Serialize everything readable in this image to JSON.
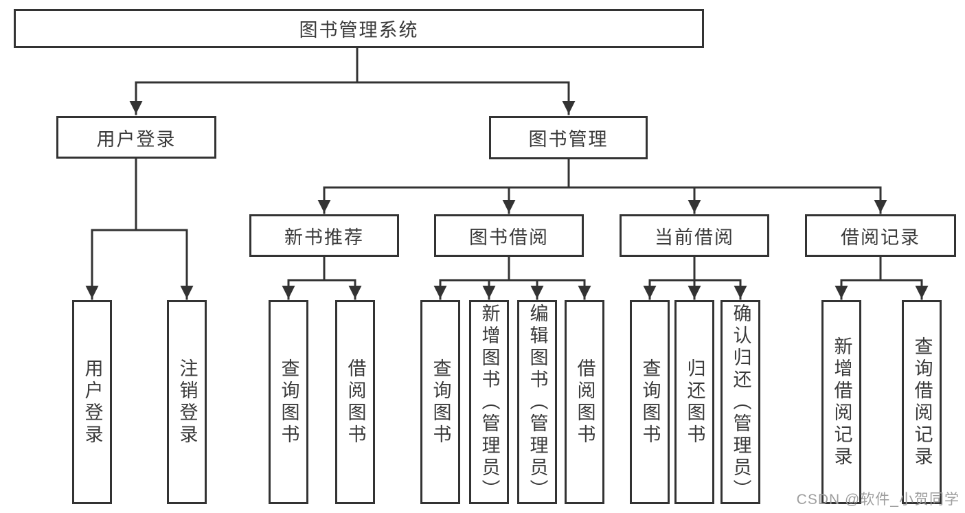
{
  "tree": {
    "label": "图书管理系统",
    "children": [
      {
        "label": "用户登录",
        "children": [
          {
            "label": "用户登录"
          },
          {
            "label": "注销登录"
          }
        ]
      },
      {
        "label": "图书管理",
        "children": [
          {
            "label": "新书推荐",
            "children": [
              {
                "label": "查询图书"
              },
              {
                "label": "借阅图书"
              }
            ]
          },
          {
            "label": "图书借阅",
            "children": [
              {
                "label": "查询图书"
              },
              {
                "label": "新增图书（管理员）"
              },
              {
                "label": "编辑图书（管理员）"
              },
              {
                "label": "借阅图书"
              }
            ]
          },
          {
            "label": "当前借阅",
            "children": [
              {
                "label": "查询图书"
              },
              {
                "label": "归还图书"
              },
              {
                "label": "确认归还（管理员）"
              }
            ]
          },
          {
            "label": "借阅记录",
            "children": [
              {
                "label": "新增借阅记录"
              },
              {
                "label": "查询借阅记录"
              }
            ]
          }
        ]
      }
    ]
  },
  "watermark": {
    "text": "CSDN @软件_小贺同学"
  },
  "colors": {
    "line": "#333333",
    "box_border": "#333333",
    "text": "#3a3a3a",
    "background": "#ffffff",
    "watermark": "#9e9e9e"
  }
}
